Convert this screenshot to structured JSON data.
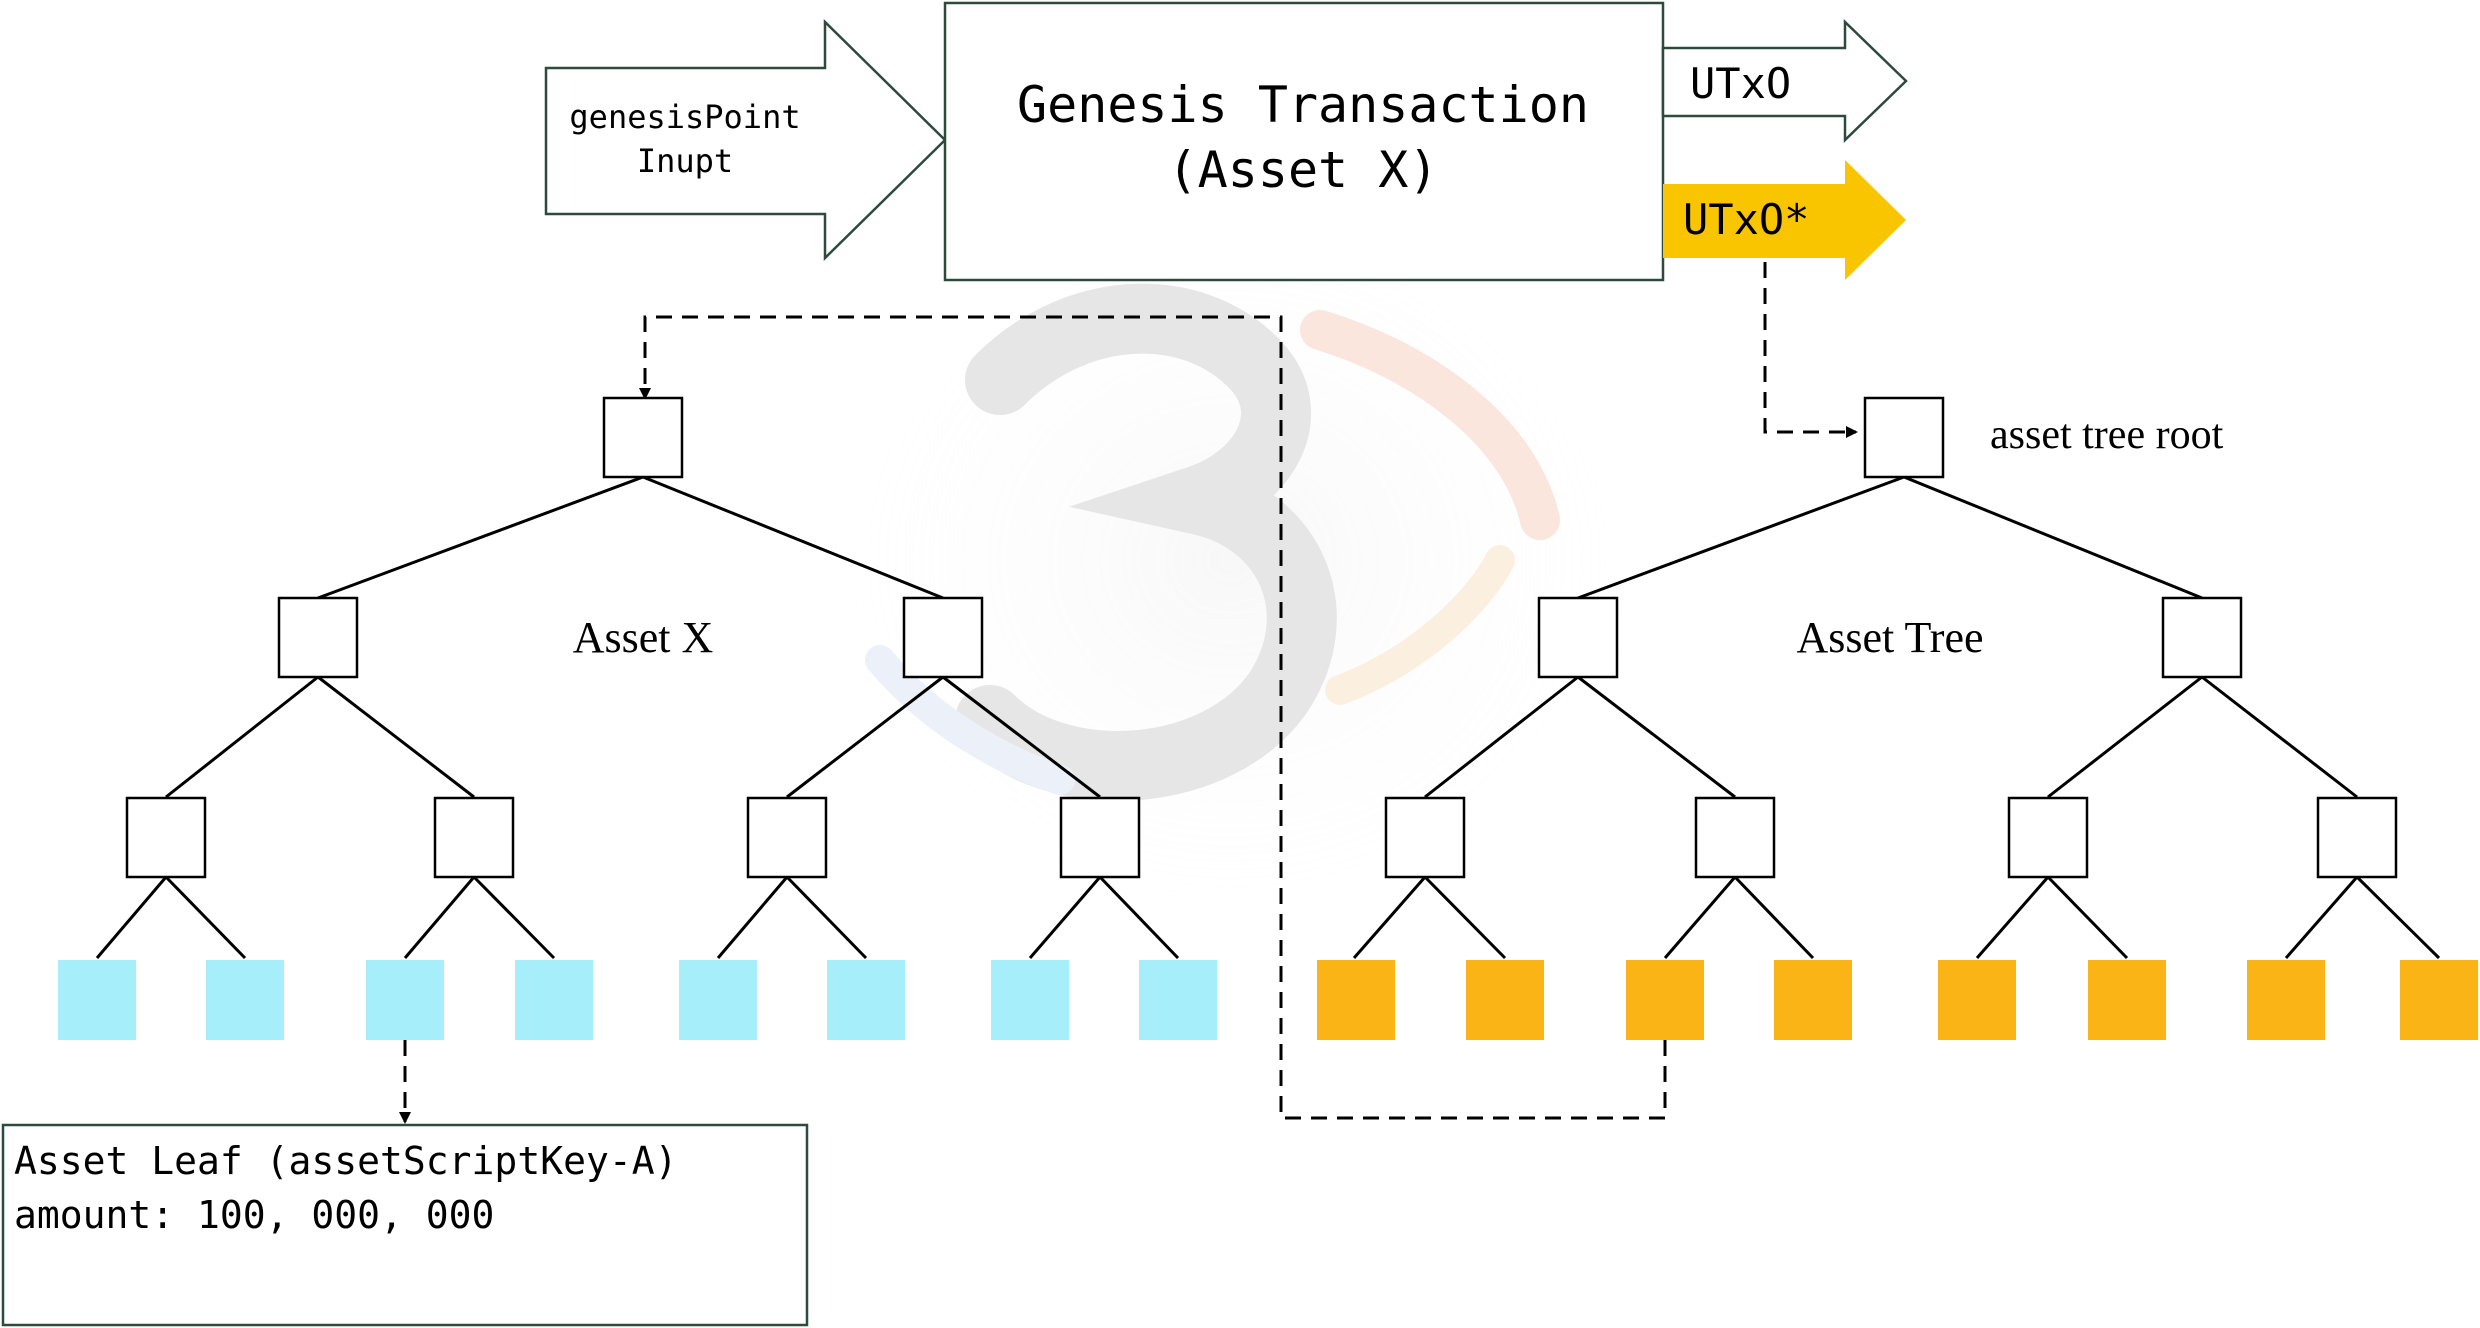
{
  "input_arrow": {
    "line1": "genesisPoint",
    "line2": "Inupt"
  },
  "genesis": {
    "line1": "Genesis Transaction",
    "line2": "(Asset X)"
  },
  "outputs": {
    "utxo": "UTxO",
    "utxo_star": "UTxO*",
    "utxo_star_color": "#F9C400"
  },
  "left_tree": {
    "label": "Asset X",
    "leaf_color": "#A6EEFA"
  },
  "right_tree": {
    "label": "Asset Tree",
    "root_label": "asset tree root",
    "leaf_color": "#FBB416"
  },
  "leaf_box": {
    "line1": "Asset Leaf (assetScriptKey-A)",
    "line2": "amount: 100, 000, 000"
  }
}
